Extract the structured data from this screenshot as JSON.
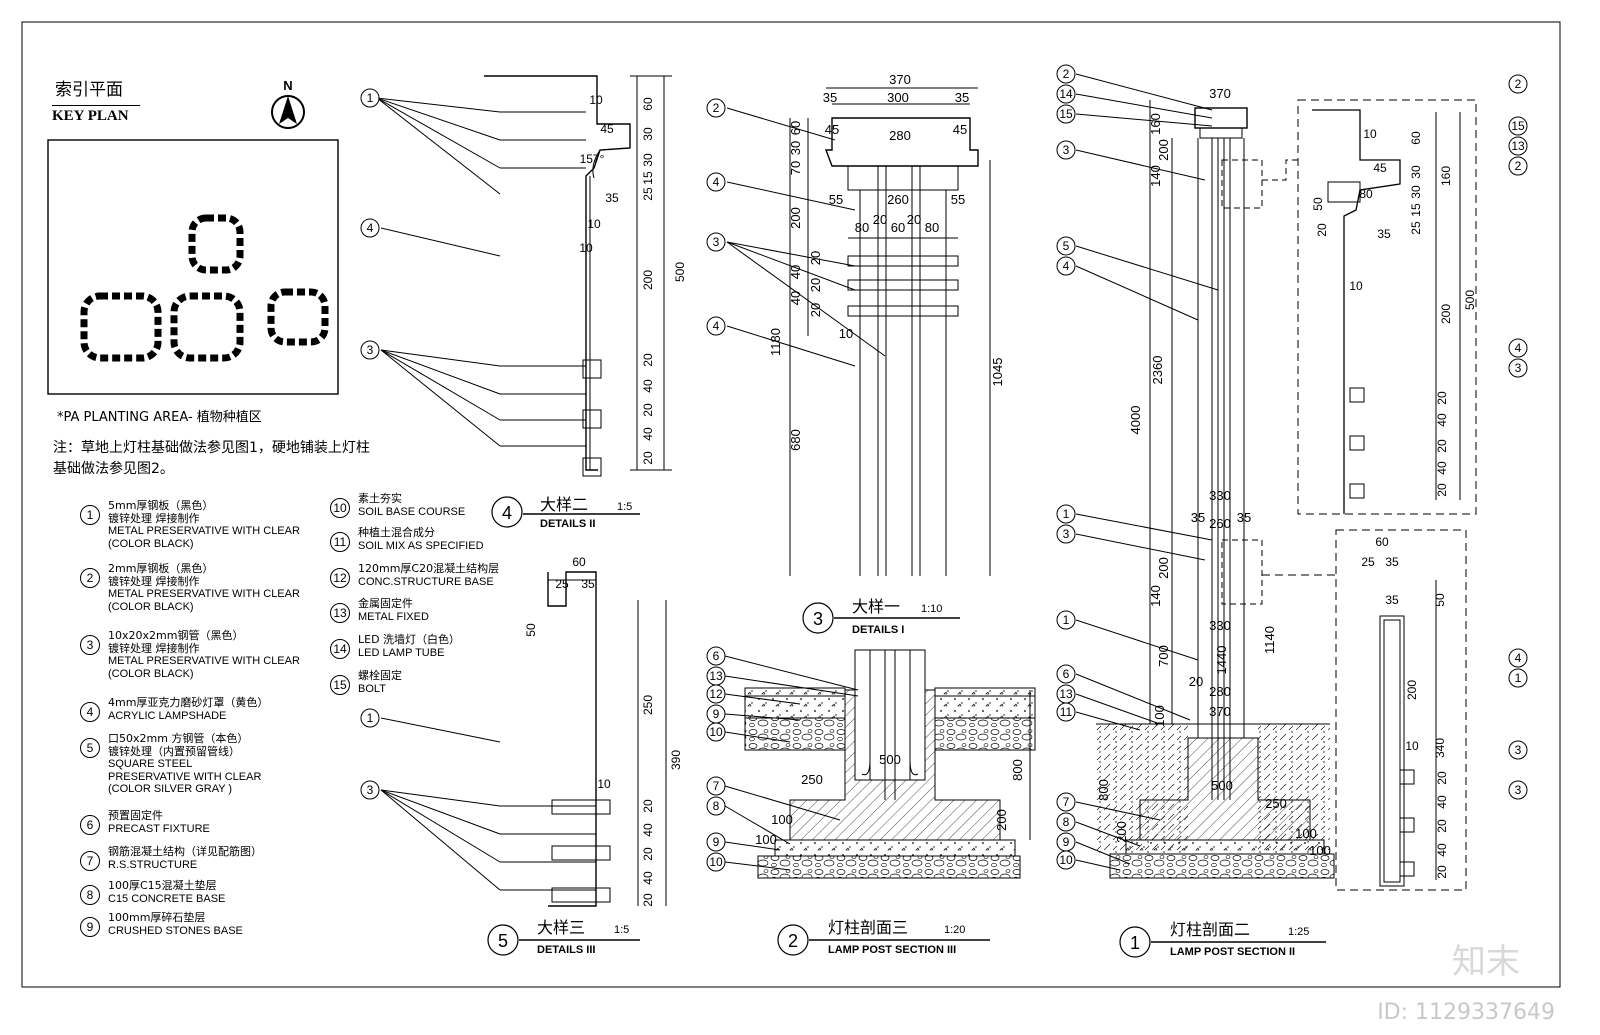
{
  "key_plan": {
    "title_cn": "索引平面",
    "title_en": "KEY PLAN",
    "north": "N",
    "planting_area": "*PA   PLANTING AREA- 植物种植区"
  },
  "note": "注：草地上灯柱基础做法参见图1，硬地铺装上灯柱基础做法参见图2。",
  "legend": [
    {
      "num": "1",
      "lines": [
        "5mm厚钢板（黑色）",
        "镀锌处理 焊接制作",
        "METAL PRESERVATIVE WITH CLEAR",
        "(COLOR BLACK)"
      ]
    },
    {
      "num": "2",
      "lines": [
        "2mm厚钢板（黑色）",
        "镀锌处理 焊接制作",
        "METAL PRESERVATIVE WITH CLEAR",
        "(COLOR BLACK)"
      ]
    },
    {
      "num": "3",
      "lines": [
        "10x20x2mm钢管（黑色）",
        "镀锌处理 焊接制作",
        "METAL PRESERVATIVE WITH CLEAR",
        "(COLOR BLACK)"
      ]
    },
    {
      "num": "4",
      "lines": [
        "4mm厚亚克力磨砂灯罩（黄色）",
        "ACRYLIC LAMPSHADE"
      ]
    },
    {
      "num": "5",
      "lines": [
        "口50x2mm 方钢管（本色）",
        "镀锌处理（内置预留管线）",
        "SQUARE STEEL",
        "PRESERVATIVE WITH CLEAR",
        "(COLOR SILVER GRAY )"
      ]
    },
    {
      "num": "6",
      "lines": [
        "预置固定件",
        "PRECAST FIXTURE"
      ]
    },
    {
      "num": "7",
      "lines": [
        "钢筋混凝土结构（详见配筋图）",
        "R.S.STRUCTURE"
      ]
    },
    {
      "num": "8",
      "lines": [
        "100厚C15混凝土垫层",
        "C15 CONCRETE BASE"
      ]
    },
    {
      "num": "9",
      "lines": [
        "100mm厚碎石垫层",
        "CRUSHED STONES BASE"
      ]
    },
    {
      "num": "10",
      "lines": [
        "素土夯实",
        "SOIL BASE COURSE"
      ]
    },
    {
      "num": "11",
      "lines": [
        "种植土混合成分",
        "SOIL MIX AS SPECIFIED"
      ]
    },
    {
      "num": "12",
      "lines": [
        "120mm厚C20混凝土结构层",
        "CONC.STRUCTURE BASE"
      ]
    },
    {
      "num": "13",
      "lines": [
        "金属固定件",
        "METAL FIXED"
      ]
    },
    {
      "num": "14",
      "lines": [
        "LED 洗墙灯（白色）",
        "LED LAMP TUBE"
      ]
    },
    {
      "num": "15",
      "lines": [
        "螺栓固定",
        "BOLT"
      ]
    }
  ],
  "titles": {
    "d4": {
      "num": "4",
      "cn": "大样二",
      "scale": "1:5",
      "en": "DETAILS II"
    },
    "d5": {
      "num": "5",
      "cn": "大样三",
      "scale": "1:5",
      "en": "DETAILS III"
    },
    "d3": {
      "num": "3",
      "cn": "大样一",
      "scale": "1:10",
      "en": "DETAILS I"
    },
    "d2": {
      "num": "2",
      "cn": "灯柱剖面三",
      "scale": "1:20",
      "en": "LAMP POST SECTION III"
    },
    "d1": {
      "num": "1",
      "cn": "灯柱剖面二",
      "scale": "1:25",
      "en": "LAMP POST SECTION II"
    }
  },
  "dims": {
    "d4": [
      "10",
      "45",
      "157°",
      "35",
      "10",
      "10",
      "60",
      "30",
      "30",
      "15",
      "25",
      "200",
      "20",
      "40",
      "20",
      "40",
      "20",
      "500"
    ],
    "d5": [
      "60",
      "25",
      "35",
      "50",
      "250",
      "10",
      "20",
      "40",
      "20",
      "40",
      "20",
      "390"
    ],
    "d3": [
      "370",
      "35",
      "300",
      "35",
      "45",
      "280",
      "45",
      "60",
      "30",
      "70",
      "55",
      "260",
      "55",
      "80",
      "20",
      "60",
      "20",
      "80",
      "200",
      "20",
      "40",
      "20",
      "40",
      "20",
      "10",
      "1180",
      "680",
      "1045"
    ],
    "d2": [
      "250",
      "500",
      "100",
      "100",
      "200",
      "800"
    ],
    "d1": [
      "370",
      "160",
      "200",
      "140",
      "2360",
      "4000",
      "330",
      "35",
      "260",
      "35",
      "200",
      "140",
      "700",
      "330",
      "1440",
      "1140",
      "20",
      "280",
      "370",
      "100",
      "500",
      "250",
      "800",
      "200",
      "100",
      "100"
    ],
    "d1_detail_top": [
      "10",
      "45",
      "80",
      "60",
      "30",
      "30",
      "15",
      "25",
      "50",
      "20",
      "35",
      "160",
      "200",
      "500",
      "10",
      "20",
      "40",
      "20",
      "40",
      "20"
    ],
    "d1_detail_bottom": [
      "60",
      "25",
      "35",
      "35",
      "50",
      "200",
      "340",
      "10",
      "20",
      "40",
      "20",
      "40",
      "20"
    ]
  },
  "watermark": {
    "logo": "知末",
    "id": "ID: 1129337649"
  }
}
